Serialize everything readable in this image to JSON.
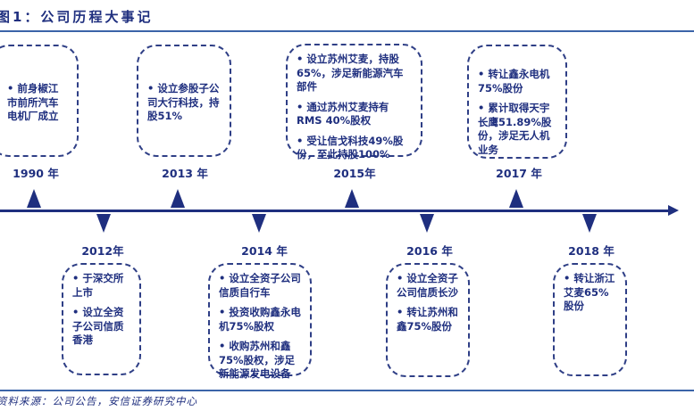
{
  "title": "图1：公司历程大事记",
  "source": "资料来源：公司公告，安信证券研究中心",
  "events": [
    {
      "year": "1990 年",
      "items": [
        "前身椒江市前所汽车电机厂成立"
      ]
    },
    {
      "year": "2012年",
      "items": [
        "于深交所上市",
        "设立全资子公司信质香港"
      ]
    },
    {
      "year": "2013 年",
      "items": [
        "设立参股子公司大行科技，持股51%"
      ]
    },
    {
      "year": "2014 年",
      "items": [
        "设立全资子公司信质自行车",
        "投资收购鑫永电机75%股权",
        "收购苏州和鑫75%股权，涉足新能源发电设备"
      ]
    },
    {
      "year": "2015年",
      "items": [
        "设立苏州艾麦，持股65%，涉足新能源汽车部件",
        "通过苏州艾麦持有RMS 40%股权",
        "受让信戈科技49%股份，至此持股100%"
      ]
    },
    {
      "year": "2016 年",
      "items": [
        "设立全资子公司信质长沙",
        "转让苏州和鑫75%股份"
      ]
    },
    {
      "year": "2017 年",
      "items": [
        "转让鑫永电机75%股份",
        "累计取得天宇长鹰51.89%股份，涉足无人机业务"
      ]
    },
    {
      "year": "2018 年",
      "items": [
        "转让浙江艾麦65%股份"
      ]
    }
  ]
}
